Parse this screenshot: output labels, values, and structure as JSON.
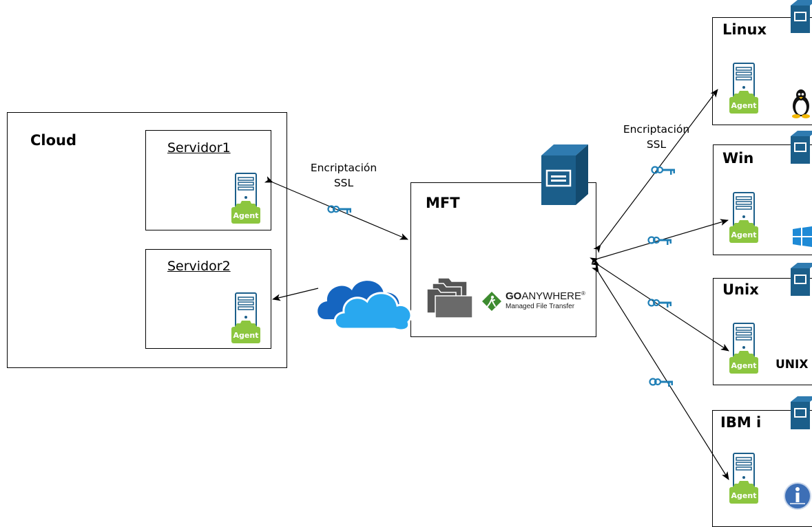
{
  "cloud": {
    "label": "Cloud"
  },
  "servers": [
    {
      "name": "Servidor1",
      "agent_label": "Agent"
    },
    {
      "name": "Servidor2",
      "agent_label": "Agent"
    }
  ],
  "mft": {
    "label": "MFT",
    "logo_title_bold": "GO",
    "logo_title_rest": "ANYWHERE",
    "logo_reg": "®",
    "logo_subtitle": "Managed File Transfer"
  },
  "encryption_labels": [
    {
      "line1": "Encriptación",
      "line2": "SSL"
    },
    {
      "line1": "Encriptación",
      "line2": "SSL"
    }
  ],
  "targets": [
    {
      "label": "Linux",
      "agent_label": "Agent",
      "os_icon": "tux-icon"
    },
    {
      "label": "Win",
      "agent_label": "Agent",
      "os_icon": "windows-icon"
    },
    {
      "label": "Unix",
      "agent_label": "Agent",
      "os_icon": "unix-logo",
      "os_text": "UNIX"
    },
    {
      "label": "IBM i",
      "agent_label": "Agent",
      "os_icon": "ibm-i-icon"
    }
  ],
  "colors": {
    "server_blue": "#1b5e8a",
    "agent_green": "#8cc63f",
    "key_blue": "#1f7fb6",
    "cloud_blue": "#1e88d6"
  }
}
